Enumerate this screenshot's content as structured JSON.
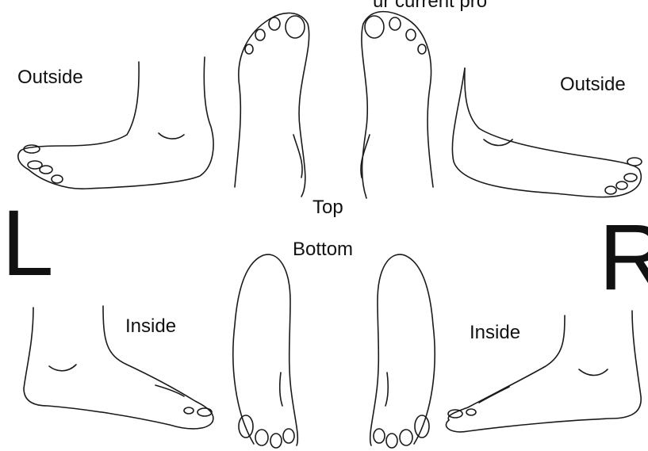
{
  "header_text": "ur current pro",
  "labels": {
    "outside_left": "Outside",
    "outside_right": "Outside",
    "inside_left": "Inside",
    "inside_right": "Inside",
    "top": "Top",
    "bottom": "Bottom",
    "side_left": "L",
    "side_right": "R"
  }
}
